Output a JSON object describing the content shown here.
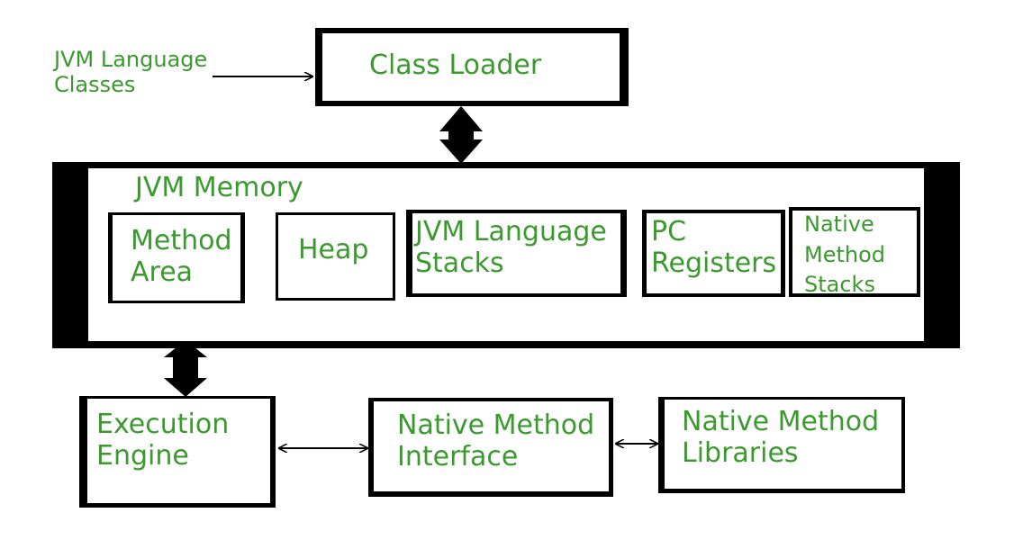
{
  "input_label": [
    "JVM Language",
    "Classes"
  ],
  "class_loader": [
    "Class Loader"
  ],
  "jvm_memory": {
    "title": [
      "JVM Memory"
    ],
    "areas": {
      "method_area": [
        "Method",
        "Area"
      ],
      "heap": [
        "Heap"
      ],
      "language_stacks": [
        "JVM Language",
        "Stacks"
      ],
      "pc_registers": [
        "PC",
        "Registers"
      ],
      "native_method_stacks": [
        "Native",
        "Method",
        "Stacks"
      ]
    }
  },
  "execution_engine": [
    "Execution",
    "Engine"
  ],
  "native_method_interface": [
    "Native Method",
    "Interface"
  ],
  "native_method_libraries": [
    "Native Method",
    "Libraries"
  ],
  "colors": {
    "label_text": "#3a9a2e",
    "border": "#000000",
    "background": "#ffffff"
  }
}
